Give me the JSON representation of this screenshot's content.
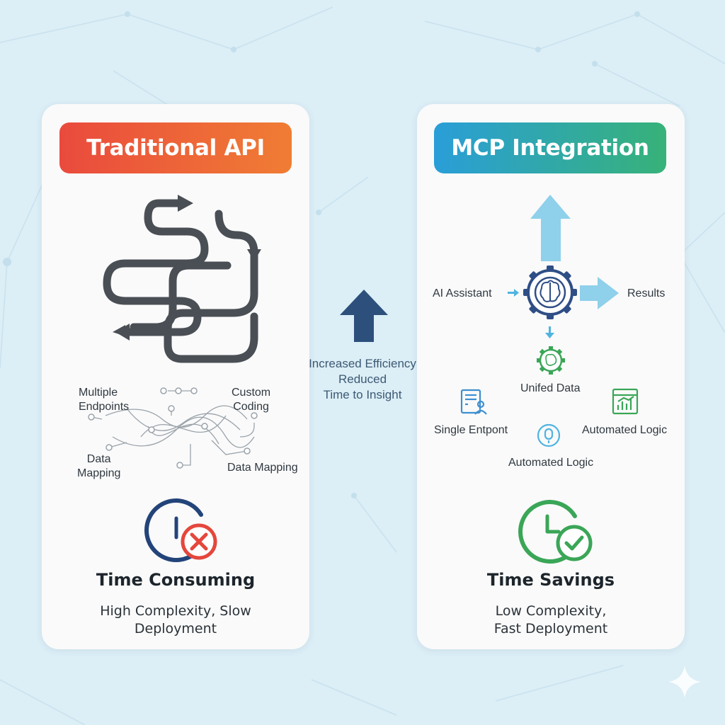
{
  "left_card": {
    "header": "Traditional API",
    "labels": {
      "multiple_endpoints": "Multiple\nEndpoints",
      "custom_coding": "Custom\nCoding",
      "data_mapping_left": "Data\nMapping",
      "data_mapping_right": "Data Mapping"
    },
    "title": "Time Consuming",
    "subtitle": "High Complexity, Slow\nDeployment",
    "colors": {
      "header_start": "#ea4a3d",
      "header_end": "#f07d34",
      "x_badge": "#e5473c",
      "clock": "#23447a"
    }
  },
  "middle": {
    "icon": "up-arrow-icon",
    "caption": [
      "Increased Efficiency",
      "Reduced",
      "Time to Insight"
    ],
    "color": "#2c4f7c"
  },
  "right_card": {
    "header": "MCP Integration",
    "diagram": {
      "ai_assistant": "AI Assistant",
      "results": "Results",
      "unified_data": "Unifed Data",
      "single_endpoint": "Single Entpont",
      "automated_logic_right": "Automated Logic",
      "automated_logic_bottom": "Automated Logic"
    },
    "title": "Time Savings",
    "subtitle": "Low Complexity,\nFast Deployment",
    "colors": {
      "header_start": "#2a9ed8",
      "header_end": "#37b278",
      "check_badge": "#3aa657",
      "arrow": "#8fd0ea"
    }
  }
}
